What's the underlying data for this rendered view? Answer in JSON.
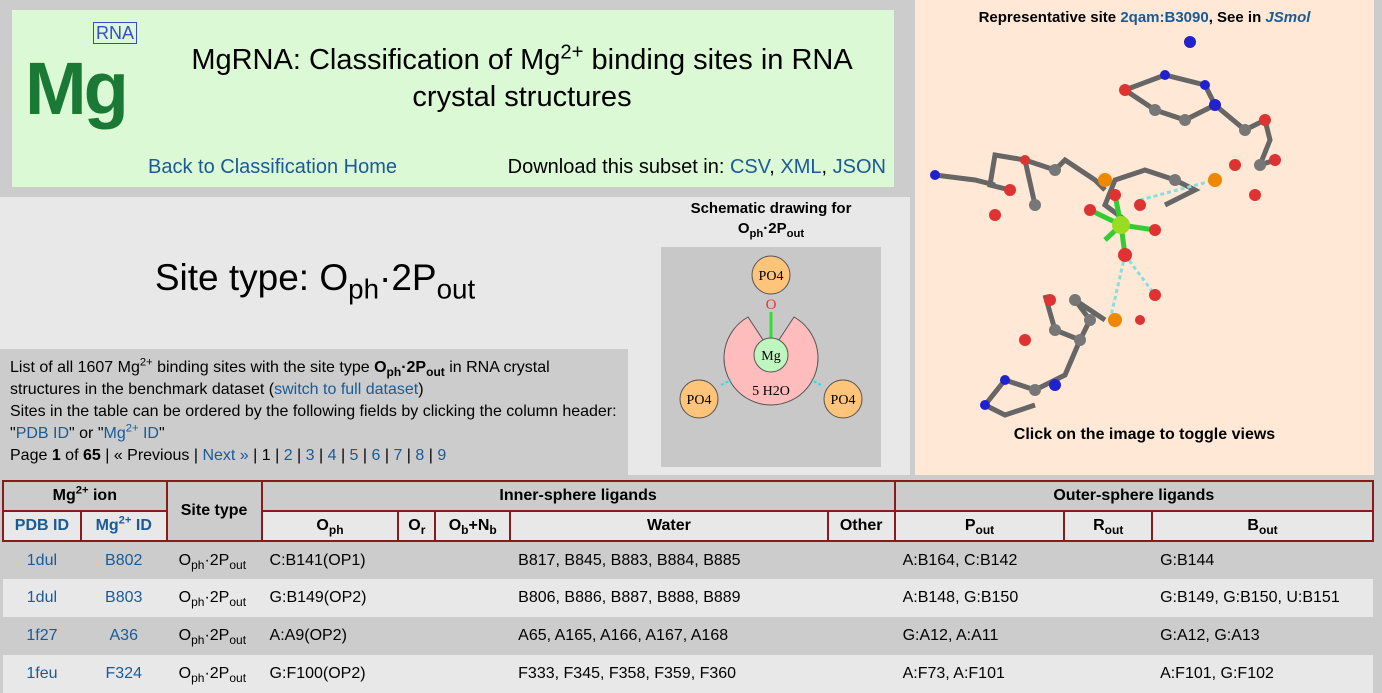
{
  "header": {
    "logo_main": "Mg",
    "logo_badge": "RNA",
    "title_pre": "MgRNA: Classification of Mg",
    "title_sup": "2+",
    "title_post": " binding sites in RNA crystal structures",
    "back_link": "Back to Classification Home",
    "download_label": "Download this subset in: ",
    "download_links": [
      "CSV",
      "XML",
      "JSON"
    ]
  },
  "site_type": {
    "label": "Site type: ",
    "main": "O",
    "sub1": "ph",
    "mid": "·2P",
    "sub2": "out"
  },
  "description": {
    "line1_pre": "List of all 1607 Mg",
    "sup": "2+",
    "line1_mid": " binding sites with the site type ",
    "line1_post": " in RNA crystal structures in the benchmark dataset (",
    "switch_link": "switch to full dataset",
    "close_paren": ")",
    "line2_pre": "Sites in the table can be ordered by the following fields by clicking the column header: \"",
    "pdb_link": "PDB ID",
    "or": "\" or \"",
    "mg_link": "Mg",
    "mg_link_sup": "2+",
    "mg_link_post": " ID",
    "end_quote": "\"",
    "page_label": "Page ",
    "page_current": "1",
    "of": " of ",
    "page_total": "65",
    "prev": "« Previous",
    "next": "Next »",
    "pages": [
      "1",
      "2",
      "3",
      "4",
      "5",
      "6",
      "7",
      "8",
      "9"
    ]
  },
  "schematic": {
    "title": "Schematic drawing for",
    "po4": "PO4",
    "o": "O",
    "mg": "Mg",
    "water": "5 H2O"
  },
  "representative": {
    "pre": "Representative site ",
    "site_link": "2qam:B3090",
    "mid": ", See in ",
    "jsmol": "JSmol",
    "toggle_hint": "Click on the image to toggle views"
  },
  "table": {
    "group_ion": "Mg",
    "group_ion_post": " ion",
    "site_type": "Site type",
    "inner": "Inner-sphere ligands",
    "outer": "Outer-sphere ligands",
    "cols": {
      "pdb": "PDB ID",
      "mg": "Mg",
      "mg_post": " ID",
      "oph_main": "O",
      "oph_sub": "ph",
      "or_main": "O",
      "or_sub": "r",
      "ob_main": "O",
      "ob_sub": "b",
      "nb_main": "+N",
      "nb_sub": "b",
      "water": "Water",
      "other": "Other",
      "pout_main": "P",
      "rout_main": "R",
      "bout_main": "B",
      "out_sub": "out"
    },
    "rows": [
      {
        "pdb": "1dul",
        "mg": "B802",
        "oph": "C:B141(OP1)",
        "or": "",
        "obnb": "",
        "water": "B817, B845, B883, B884, B885",
        "other": "",
        "pout": "A:B164, C:B142",
        "rout": "",
        "bout": "G:B144"
      },
      {
        "pdb": "1dul",
        "mg": "B803",
        "oph": "G:B149(OP2)",
        "or": "",
        "obnb": "",
        "water": "B806, B886, B887, B888, B889",
        "other": "",
        "pout": "A:B148, G:B150",
        "rout": "",
        "bout": "G:B149, G:B150, U:B151"
      },
      {
        "pdb": "1f27",
        "mg": "A36",
        "oph": "A:A9(OP2)",
        "or": "",
        "obnb": "",
        "water": "A65, A165, A166, A167, A168",
        "other": "",
        "pout": "G:A12, A:A11",
        "rout": "",
        "bout": "G:A12, G:A13"
      },
      {
        "pdb": "1feu",
        "mg": "F324",
        "oph": "G:F100(OP2)",
        "or": "",
        "obnb": "",
        "water": "F333, F345, F358, F359, F360",
        "other": "",
        "pout": "A:F73, A:F101",
        "rout": "",
        "bout": "A:F101, G:F102"
      }
    ]
  }
}
